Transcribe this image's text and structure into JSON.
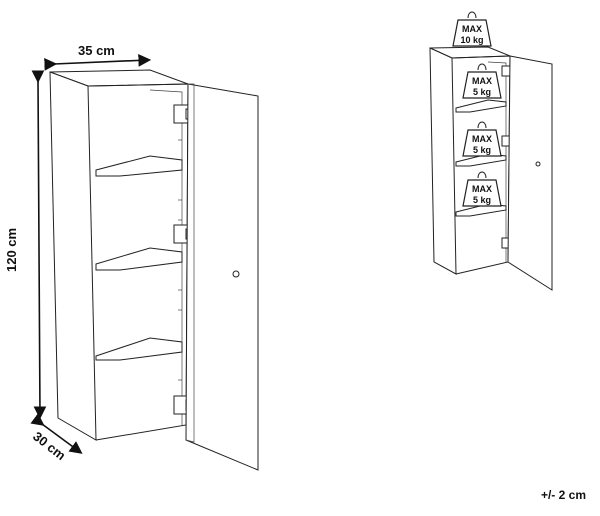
{
  "dimensions": {
    "width": "35 cm",
    "height": "120 cm",
    "depth": "30 cm",
    "tolerance": "+/- 2 cm"
  },
  "weight_limits": [
    {
      "label": "MAX",
      "value": "10 kg",
      "position": "top"
    },
    {
      "label": "MAX",
      "value": "5 kg",
      "position": "shelf-1"
    },
    {
      "label": "MAX",
      "value": "5 kg",
      "position": "shelf-2"
    },
    {
      "label": "MAX",
      "value": "5 kg",
      "position": "shelf-3"
    }
  ]
}
